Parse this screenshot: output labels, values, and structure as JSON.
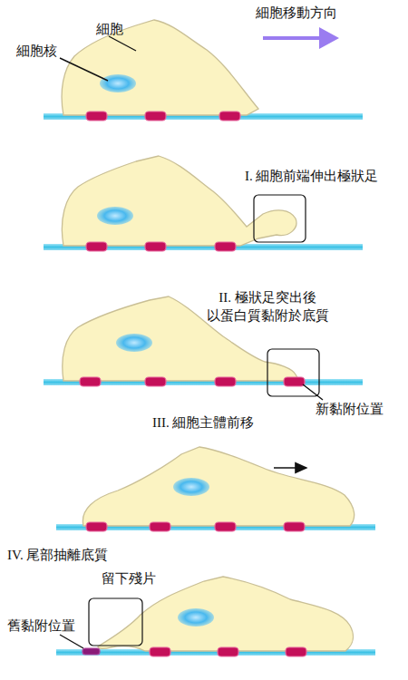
{
  "diagram": {
    "labels": [
      "細胞移動方向",
      "細胞",
      "細胞核",
      "I. 細胞前端伸出極狀足",
      "II. 極狀足突出後 以蛋白質黏附於底質",
      "新黏附位置",
      "III. 細胞主體前移",
      "IV. 尾部抽離底質",
      "留下殘片",
      "舊黏附位置"
    ]
  }
}
